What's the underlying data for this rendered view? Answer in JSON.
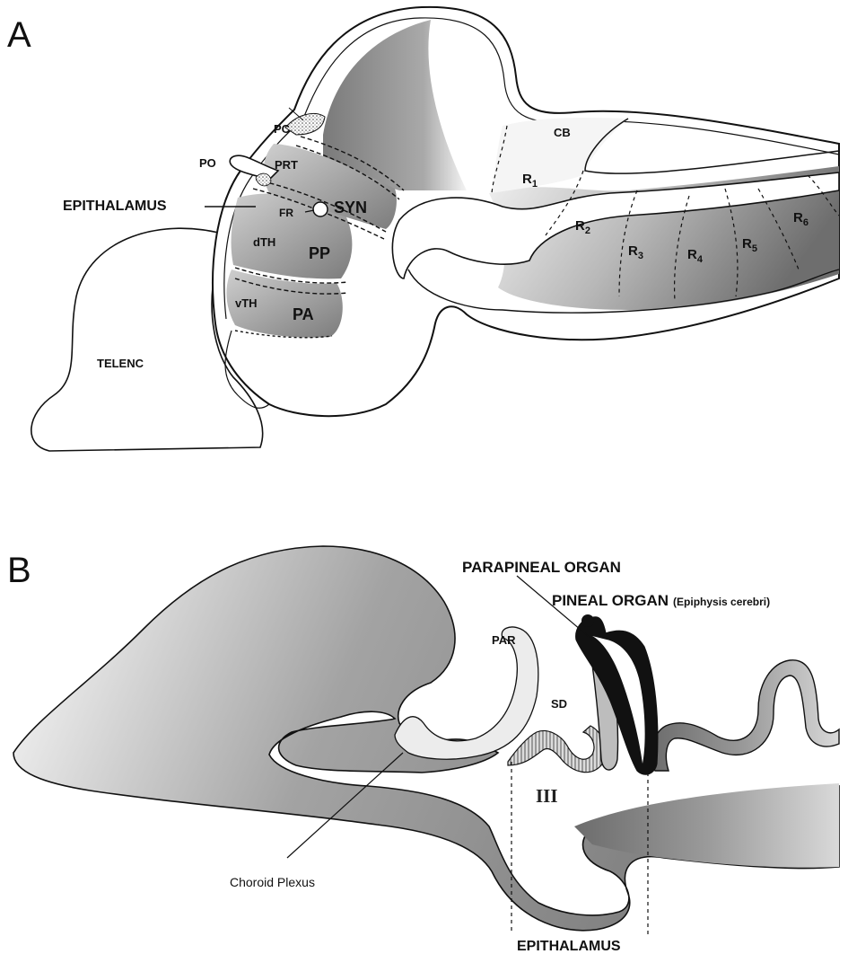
{
  "panel_a": {
    "letter": "A",
    "labels": {
      "pc": "PC",
      "po": "PO",
      "prt": "PRT",
      "epithalamus": "EPITHALAMUS",
      "fr": "FR",
      "syn": "SYN",
      "dth": "dTH",
      "pp": "PP",
      "vth": "vTH",
      "pa": "PA",
      "telenc": "TELENC",
      "cb": "CB",
      "r1": "R",
      "r2": "R",
      "r3": "R",
      "r4": "R",
      "r5": "R",
      "r6": "R",
      "r1_sub": "1",
      "r2_sub": "2",
      "r3_sub": "3",
      "r4_sub": "4",
      "r5_sub": "5",
      "r6_sub": "6"
    }
  },
  "panel_b": {
    "letter": "B",
    "labels": {
      "parapineal": "PARAPINEAL ORGAN",
      "pineal": "PINEAL ORGAN",
      "pineal_sub": "(Epiphysis cerebri)",
      "par": "PAR",
      "sd": "SD",
      "third_ventricle": "III",
      "choroid": "Choroid Plexus",
      "epithalamus": "EPITHALAMUS"
    }
  }
}
